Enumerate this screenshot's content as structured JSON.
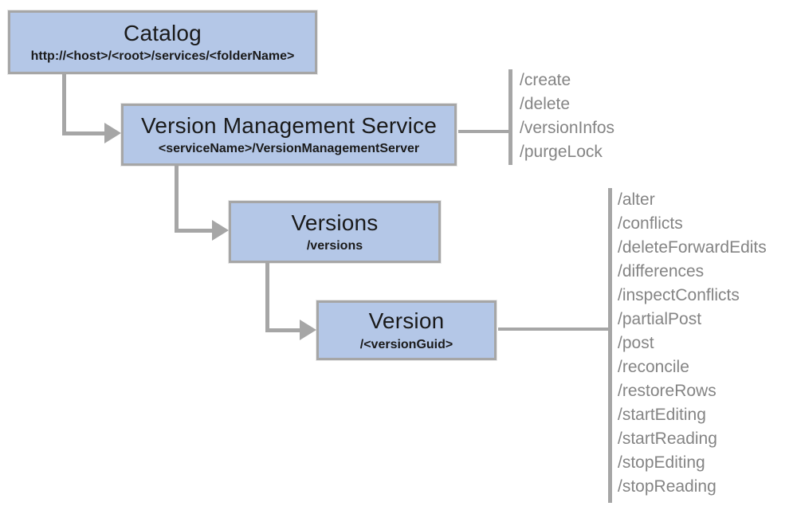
{
  "diagram": {
    "title_implicit": "Version Management Service REST endpoint hierarchy",
    "colors": {
      "box_fill": "#b4c7e7",
      "box_border": "#a6a6a6",
      "connector": "#a6a6a6",
      "operations_text": "#848484",
      "node_text": "#1a1a1a",
      "background": "#ffffff"
    },
    "nodes": {
      "catalog": {
        "title": "Catalog",
        "subtitle": "http://<host>/<root>/services/<folderName>"
      },
      "version_management_service": {
        "title": "Version Management Service",
        "subtitle": "<serviceName>/VersionManagementServer"
      },
      "versions": {
        "title": "Versions",
        "subtitle": "/versions"
      },
      "version": {
        "title": "Version",
        "subtitle": "/<versionGuid>"
      }
    },
    "edges": [
      {
        "from": "catalog",
        "to": "version_management_service",
        "style": "elbow-arrow"
      },
      {
        "from": "version_management_service",
        "to": "versions",
        "style": "elbow-arrow"
      },
      {
        "from": "versions",
        "to": "version",
        "style": "elbow-arrow"
      },
      {
        "from": "version_management_service",
        "to": "vms_operations",
        "style": "bracket"
      },
      {
        "from": "version",
        "to": "version_operations",
        "style": "bracket"
      }
    ],
    "operations": {
      "vms_operations": [
        "/create",
        "/delete",
        "/versionInfos",
        "/purgeLock"
      ],
      "version_operations": [
        "/alter",
        "/conflicts",
        "/deleteForwardEdits",
        "/differences",
        "/inspectConflicts",
        "/partialPost",
        "/post",
        "/reconcile",
        "/restoreRows",
        "/startEditing",
        "/startReading",
        "/stopEditing",
        "/stopReading"
      ]
    }
  }
}
